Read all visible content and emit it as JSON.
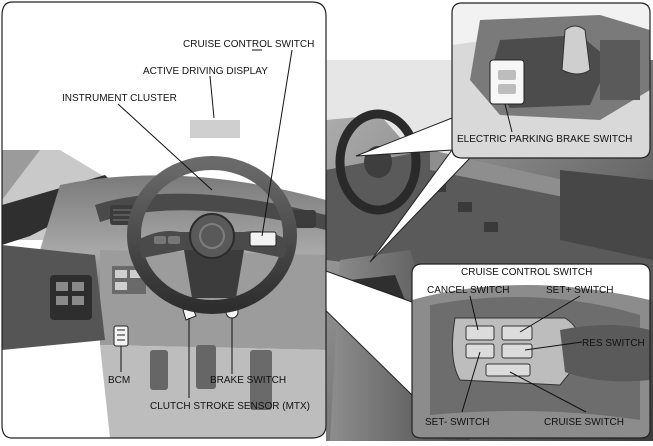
{
  "labels": {
    "cruise_control_switch_main": "CRUISE CONTROL SWITCH",
    "active_driving_display": "ACTIVE DRIVING DISPLAY",
    "instrument_cluster": "INSTRUMENT CLUSTER",
    "electric_parking_brake_switch": "ELECTRIC PARKING BRAKE SWITCH",
    "cruise_control_switch_detail": "CRUISE CONTROL SWITCH",
    "cancel_switch": "CANCEL SWITCH",
    "set_plus_switch": "SET+ SWITCH",
    "res_switch": "RES SWITCH",
    "set_minus_switch": "SET- SWITCH",
    "cruise_switch": "CRUISE SWITCH",
    "bcm": "BCM",
    "brake_switch": "BRAKE SWITCH",
    "clutch_stroke_sensor": "CLUTCH STROKE SENSOR (MTX)"
  },
  "colors": {
    "background": "#ffffff",
    "panel_border": "#222222",
    "interior_dark": "#3a3a3a",
    "interior_mid": "#8a8a8a",
    "interior_light": "#d4d4d4",
    "display_box": "#cfcfcf"
  }
}
